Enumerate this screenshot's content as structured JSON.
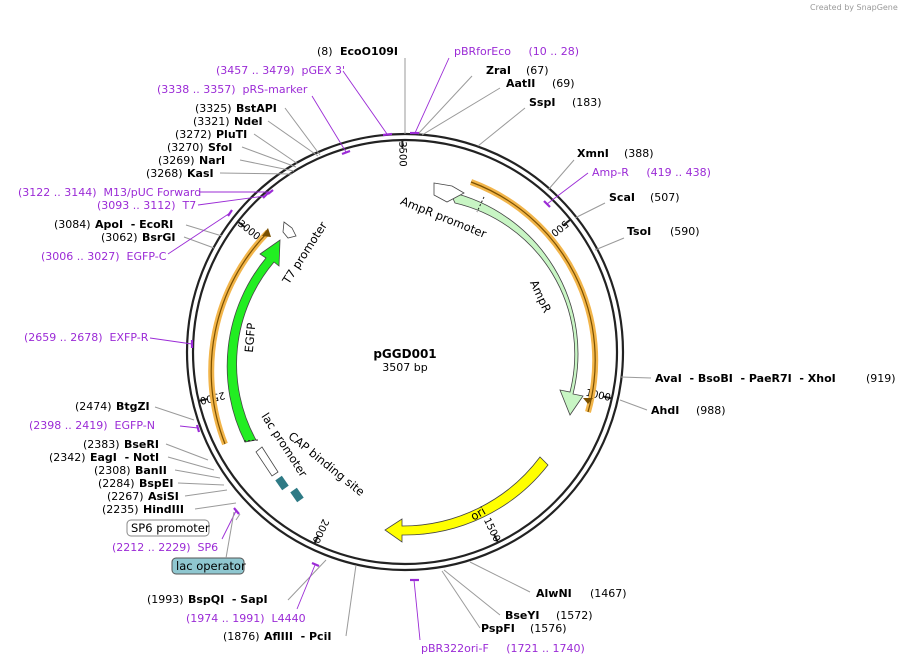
{
  "credit": "Created by SnapGene",
  "plasmid": {
    "name": "pGGD001",
    "length_label": "3507 bp",
    "total_bp": 3507
  },
  "ticks": [
    {
      "pos": 500,
      "label": "500"
    },
    {
      "pos": 1000,
      "label": "1000"
    },
    {
      "pos": 1500,
      "label": "1500"
    },
    {
      "pos": 2000,
      "label": "2000"
    },
    {
      "pos": 2500,
      "label": "2500"
    },
    {
      "pos": 3000,
      "label": "3000"
    },
    {
      "pos": 3500,
      "label": "3500"
    }
  ],
  "features": {
    "ampr": "AmpR",
    "ampr_promoter": "AmpR promoter",
    "ori": "ori",
    "egfp": "EGFP",
    "t7_promoter": "T7 promoter",
    "lac_promoter": "lac promoter",
    "cap_site": "CAP binding site",
    "sp6_promoter": "SP6 promoter",
    "lac_operator": "lac operator"
  },
  "sites": {
    "eco0109i": {
      "pos": "(8)",
      "name": "EcoO109I"
    },
    "zrai": {
      "name": "ZraI",
      "pos": "(67)"
    },
    "aatii": {
      "name": "AatII",
      "pos": "(69)"
    },
    "sspi": {
      "name": "SspI",
      "pos": "(183)"
    },
    "xmni": {
      "name": "XmnI",
      "pos": "(388)"
    },
    "scai": {
      "name": "ScaI",
      "pos": "(507)"
    },
    "tsoi": {
      "name": "TsoI",
      "pos": "(590)"
    },
    "ava_group": {
      "name": "AvaI  - BsoBI  - PaeR7I  - XhoI",
      "pos": "(919)"
    },
    "ahdi": {
      "name": "AhdI",
      "pos": "(988)"
    },
    "alwni": {
      "name": "AlwNI",
      "pos": "(1467)"
    },
    "bseyi": {
      "name": "BseYI",
      "pos": "(1572)"
    },
    "pspfi": {
      "name": "PspFI",
      "pos": "(1576)"
    },
    "afliii": {
      "pos": "(1876)",
      "name": "AflIII  - PciI"
    },
    "bspqi": {
      "pos": "(1993)",
      "name": "BspQI  - SapI"
    },
    "hindiii": {
      "pos": "(2235)",
      "name": "HindIII"
    },
    "asisi": {
      "pos": "(2267)",
      "name": "AsiSI"
    },
    "bspei": {
      "pos": "(2284)",
      "name": "BspEI"
    },
    "banii": {
      "pos": "(2308)",
      "name": "BanII"
    },
    "eagi": {
      "pos": "(2342)",
      "name": "EagI  - NotI"
    },
    "bseri": {
      "pos": "(2383)",
      "name": "BseRI"
    },
    "btgzi": {
      "pos": "(2474)",
      "name": "BtgZI"
    },
    "bsrgi": {
      "pos": "(3062)",
      "name": "BsrGI"
    },
    "apoi": {
      "pos": "(3084)",
      "name": "ApoI  - EcoRI"
    },
    "kasi": {
      "pos": "(3268)",
      "name": "KasI"
    },
    "nari": {
      "pos": "(3269)",
      "name": "NarI"
    },
    "sfoi": {
      "pos": "(3270)",
      "name": "SfoI"
    },
    "pluti": {
      "pos": "(3272)",
      "name": "PluTI"
    },
    "ndei": {
      "pos": "(3321)",
      "name": "NdeI"
    },
    "bstapi": {
      "pos": "(3325)",
      "name": "BstAPI"
    }
  },
  "primers": {
    "pbrforeco": "pBRforEco     (10 .. 28)",
    "ampr_p": "Amp-R     (419 .. 438)",
    "pbr322ori": "pBR322ori-F     (1721 .. 1740)",
    "l4440": "(1974 .. 1991)  L4440",
    "sp6": "(2212 .. 2229)  SP6",
    "egfpn": "(2398 .. 2419)  EGFP-N",
    "exfpr": "(2659 .. 2678)  EXFP-R",
    "egfpc": "(3006 .. 3027)  EGFP-C",
    "t7": "(3093 .. 3112)  T7",
    "m13": "(3122 .. 3144)  M13/pUC Forward",
    "prs": "(3338 .. 3357)  pRS-marker",
    "pgex": "(3457 .. 3479)  pGEX 3'"
  },
  "colors": {
    "ampr": "#c8f5c4",
    "egfp": "#22ee22",
    "ori": "#ffff00",
    "lac_operator_box": "#8fc7d0",
    "primer": "#9b2bd6",
    "orf": "#f2b54a"
  }
}
